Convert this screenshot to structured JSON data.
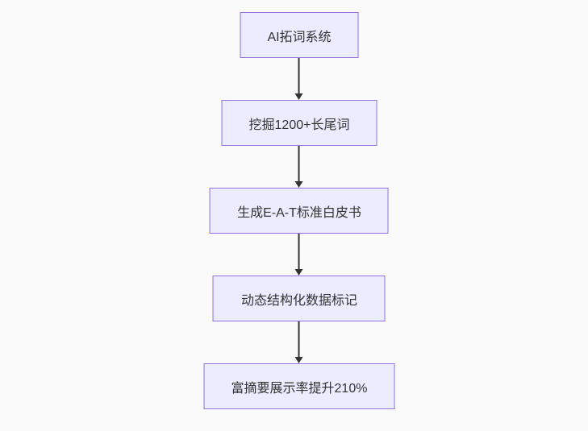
{
  "flowchart": {
    "type": "flowchart-top-down",
    "nodes": [
      {
        "label": "AI拓词系统"
      },
      {
        "label": "挖掘1200+长尾词"
      },
      {
        "label": "生成E-A-T标准白皮书"
      },
      {
        "label": "动态结构化数据标记"
      },
      {
        "label": "富摘要展示率提升210%"
      }
    ],
    "edges": [
      {
        "from": 0,
        "to": 1,
        "arrow": "down"
      },
      {
        "from": 1,
        "to": 2,
        "arrow": "down"
      },
      {
        "from": 2,
        "to": 3,
        "arrow": "down"
      },
      {
        "from": 3,
        "to": 4,
        "arrow": "down"
      }
    ],
    "colors": {
      "background": "#fafafa",
      "node_fill": "#ececff",
      "node_border": "#9370db",
      "text": "#333333",
      "arrow": "#333333"
    }
  }
}
